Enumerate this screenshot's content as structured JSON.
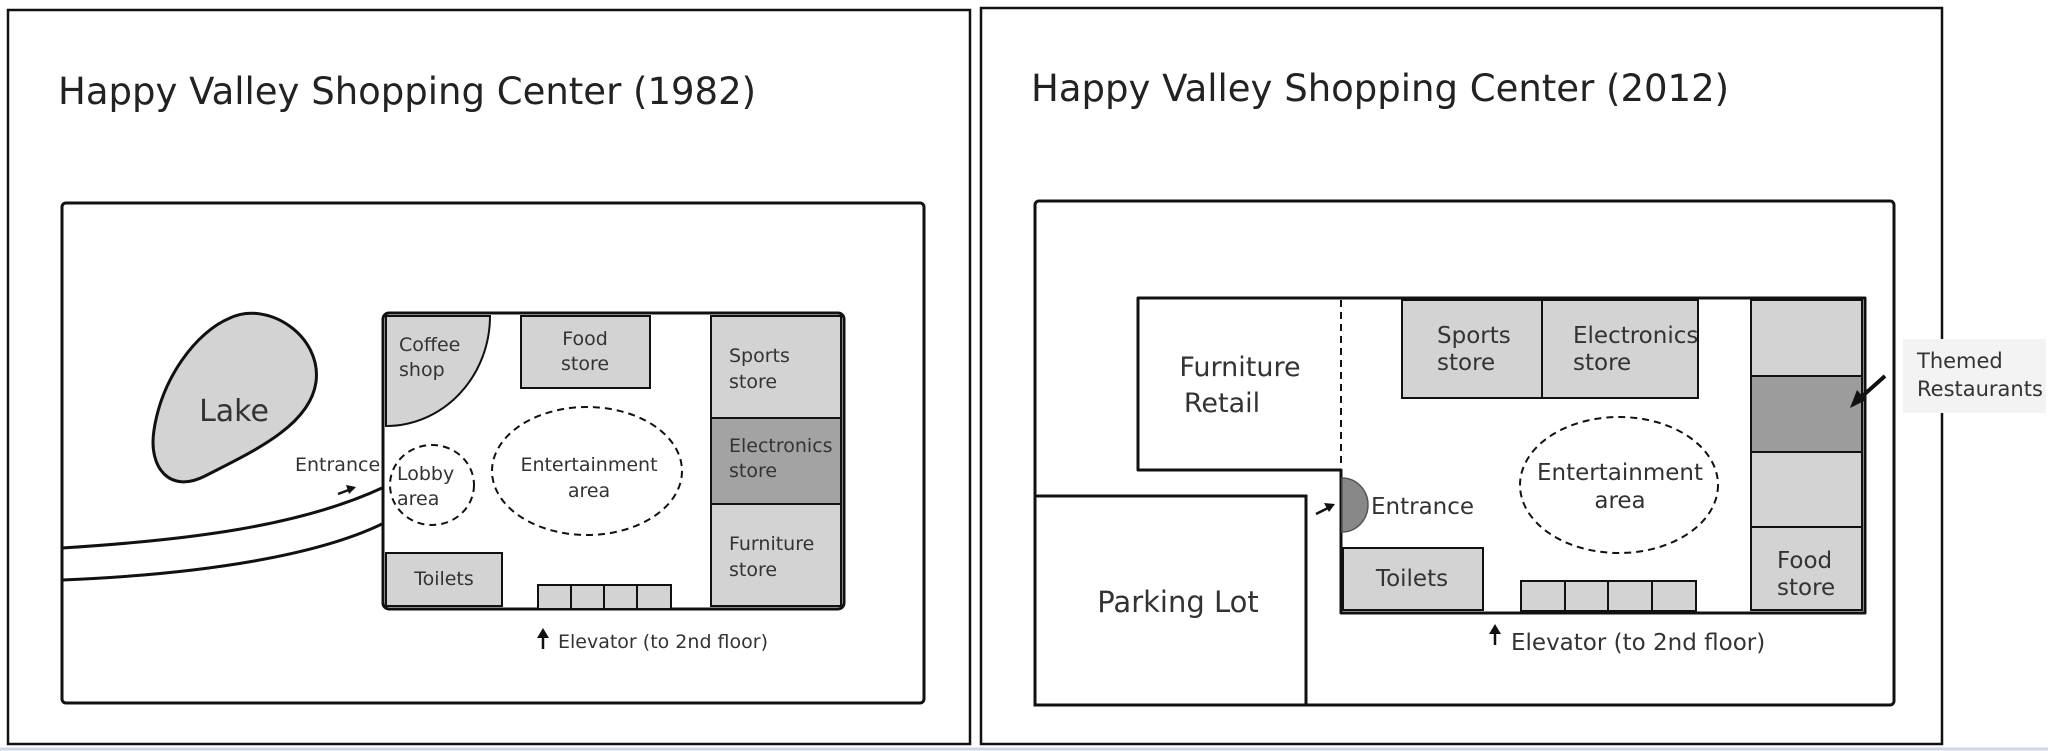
{
  "maps": [
    {
      "title": "Happy Valley Shopping Center (1982)",
      "labels": {
        "lake": "Lake",
        "coffee_1": "Coffee",
        "coffee_2": "shop",
        "food_1": "Food",
        "food_2": "store",
        "sports_1": "Sports",
        "sports_2": "store",
        "electronics_1": "Electronics",
        "electronics_2": "store",
        "furniture_1": "Furniture",
        "furniture_2": "store",
        "entrance": "Entrance",
        "lobby_1": "Lobby",
        "lobby_2": "area",
        "entertainment_1": "Entertainment",
        "entertainment_2": "area",
        "toilets": "Toilets",
        "elevator": "Elevator (to 2nd floor)"
      }
    },
    {
      "title": "Happy Valley Shopping Center (2012)",
      "labels": {
        "furniture_retail_1": "Furniture",
        "furniture_retail_2": "Retail",
        "sports_1": "Sports",
        "sports_2": "store",
        "electronics_1": "Electronics",
        "electronics_2": "store",
        "themed_1": "Themed",
        "themed_2": "Restaurants",
        "entrance": "Entrance",
        "entertainment_1": "Entertainment",
        "entertainment_2": "area",
        "parking": "Parking Lot",
        "toilets": "Toilets",
        "food_1": "Food",
        "food_2": "store",
        "elevator": "Elevator (to 2nd floor)"
      }
    }
  ],
  "colors": {
    "store_fill": "#d3d3d3",
    "dark_fill": "#a3a3a3",
    "themed_fill": "#9c9c9c",
    "outline": "#111111"
  }
}
